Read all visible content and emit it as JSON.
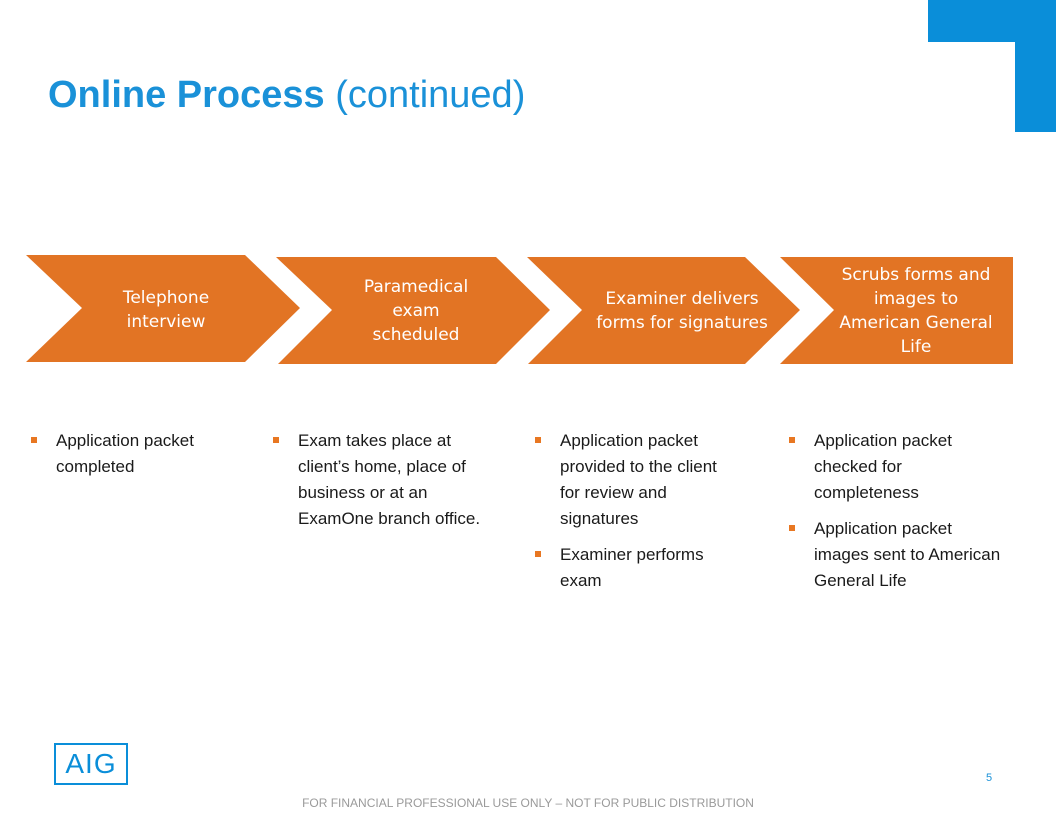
{
  "title": {
    "bold": "Online Process",
    "light": "(continued)"
  },
  "colors": {
    "accent_blue": "#0a8ed9",
    "chevron_orange": "#e27424",
    "bullet_orange": "#e87722"
  },
  "steps": [
    {
      "label": "Telephone interview"
    },
    {
      "label": "Paramedical exam scheduled"
    },
    {
      "label": "Examiner delivers forms for signatures"
    },
    {
      "label": "Scrubs forms and images to American General Life"
    }
  ],
  "columns": [
    {
      "bullets": [
        "Application packet completed"
      ]
    },
    {
      "bullets": [
        "Exam takes place at client’s home, place of business or at an ExamOne branch office."
      ]
    },
    {
      "bullets": [
        "Application packet provided to the client for review and signatures",
        "Examiner performs exam"
      ]
    },
    {
      "bullets": [
        "Application packet checked for completeness",
        "Application packet images sent to American General Life"
      ]
    }
  ],
  "logo": {
    "text": "AIG"
  },
  "page_number": "5",
  "footer": "FOR FINANCIAL PROFESSIONAL USE ONLY – NOT FOR PUBLIC DISTRIBUTION"
}
